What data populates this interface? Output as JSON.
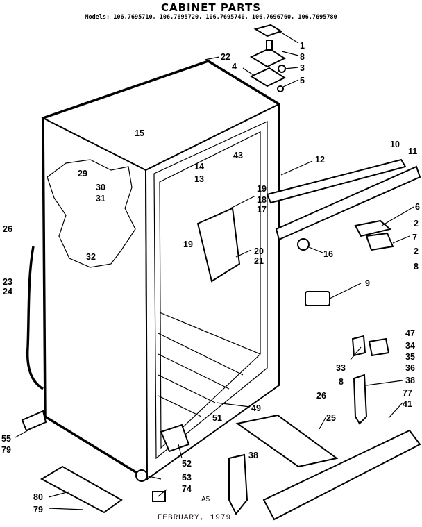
{
  "title": "CABINET PARTS",
  "models": "Models: 106.7695710, 106.7695720, 106.7695740, 106.7696760, 106.7695780",
  "footer": "FEBRUARY, 1979",
  "code": "A5",
  "callouts": [
    {
      "id": "c1",
      "text": "1"
    },
    {
      "id": "c8a",
      "text": "8"
    },
    {
      "id": "c3",
      "text": "3"
    },
    {
      "id": "c4",
      "text": "4"
    },
    {
      "id": "c5",
      "text": "5"
    },
    {
      "id": "c22",
      "text": "22"
    },
    {
      "id": "c15",
      "text": "15"
    },
    {
      "id": "c43",
      "text": "43"
    },
    {
      "id": "c10",
      "text": "10"
    },
    {
      "id": "c11",
      "text": "11"
    },
    {
      "id": "c12",
      "text": "12"
    },
    {
      "id": "c14",
      "text": "14"
    },
    {
      "id": "c13",
      "text": "13"
    },
    {
      "id": "c29",
      "text": "29"
    },
    {
      "id": "c30",
      "text": "30"
    },
    {
      "id": "c31",
      "text": "31"
    },
    {
      "id": "c32",
      "text": "32"
    },
    {
      "id": "c19a",
      "text": "19"
    },
    {
      "id": "c18",
      "text": "18"
    },
    {
      "id": "c17",
      "text": "17"
    },
    {
      "id": "c6",
      "text": "6"
    },
    {
      "id": "c2a",
      "text": "2"
    },
    {
      "id": "c7",
      "text": "7"
    },
    {
      "id": "c2b",
      "text": "2"
    },
    {
      "id": "c8b",
      "text": "8"
    },
    {
      "id": "c16",
      "text": "16"
    },
    {
      "id": "c19b",
      "text": "19"
    },
    {
      "id": "c20",
      "text": "20"
    },
    {
      "id": "c21",
      "text": "21"
    },
    {
      "id": "c9",
      "text": "9"
    },
    {
      "id": "c26a",
      "text": "26"
    },
    {
      "id": "c23",
      "text": "23"
    },
    {
      "id": "c24",
      "text": "24"
    },
    {
      "id": "c47",
      "text": "47"
    },
    {
      "id": "c34",
      "text": "34"
    },
    {
      "id": "c35",
      "text": "35"
    },
    {
      "id": "c33",
      "text": "33"
    },
    {
      "id": "c36",
      "text": "36"
    },
    {
      "id": "c8c",
      "text": "8"
    },
    {
      "id": "c38a",
      "text": "38"
    },
    {
      "id": "c26b",
      "text": "26"
    },
    {
      "id": "c77",
      "text": "77"
    },
    {
      "id": "c41",
      "text": "41"
    },
    {
      "id": "c49",
      "text": "49"
    },
    {
      "id": "c25",
      "text": "25"
    },
    {
      "id": "c51",
      "text": "51"
    },
    {
      "id": "c55",
      "text": "55"
    },
    {
      "id": "c79a",
      "text": "79"
    },
    {
      "id": "c52",
      "text": "52"
    },
    {
      "id": "c38b",
      "text": "38"
    },
    {
      "id": "c53",
      "text": "53"
    },
    {
      "id": "c74",
      "text": "74"
    },
    {
      "id": "c80",
      "text": "80"
    },
    {
      "id": "c79b",
      "text": "79"
    }
  ]
}
